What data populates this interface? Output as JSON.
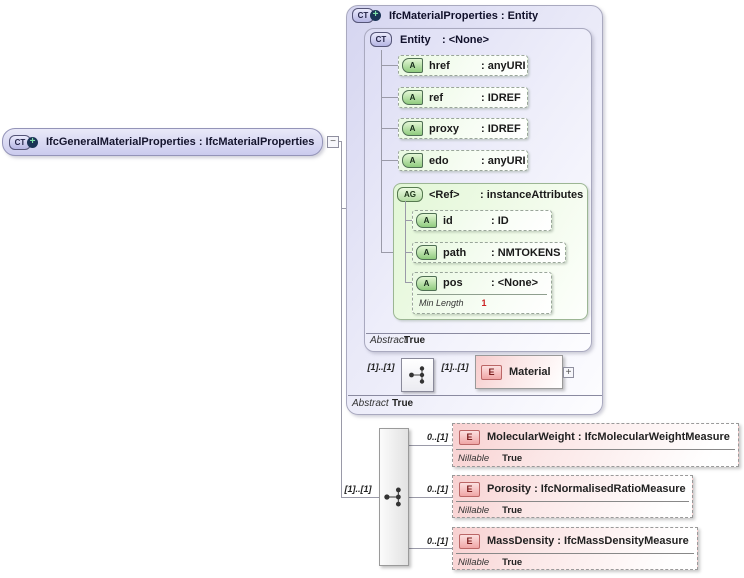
{
  "badges": {
    "ct": "CT",
    "ag": "AG",
    "a": "A",
    "e": "E",
    "plus": "+",
    "minus": "−",
    "expand": "+"
  },
  "colors": {
    "lavender": "#d5d5f0",
    "green": "#e9f9e1",
    "pink": "#f8d0d0",
    "connector": "#9a9aa8",
    "facet_red": "#cc2222"
  },
  "root": {
    "title": "IfcGeneralMaterialProperties : IfcMaterialProperties"
  },
  "type_box": {
    "title": "IfcMaterialProperties : Entity",
    "abstract": {
      "label": "Abstract",
      "value": "True"
    },
    "base": {
      "name": "Entity",
      "type": ": <None>",
      "attributes": [
        {
          "name": "href",
          "type": ": anyURI"
        },
        {
          "name": "ref",
          "type": ": IDREF"
        },
        {
          "name": "proxy",
          "type": ": IDREF"
        },
        {
          "name": "edo",
          "type": ": anyURI"
        }
      ],
      "attribute_group": {
        "name": "<Ref>",
        "type": ": instanceAttributes",
        "attributes": [
          {
            "name": "id",
            "type": ": ID"
          },
          {
            "name": "path",
            "type": ": NMTOKENS"
          },
          {
            "name": "pos",
            "type": ": <None>"
          }
        ],
        "facet": {
          "label": "Min Length",
          "value": "1"
        }
      },
      "abstract": {
        "label": "Abstract",
        "value": "True"
      }
    },
    "content": {
      "occurs_left": "[1]..[1]",
      "occurs_right": "[1]..[1]",
      "element": {
        "name": "Material"
      }
    }
  },
  "own_content": {
    "occurs": "[1]..[1]",
    "elements": [
      {
        "occurs": "0..[1]",
        "title": "MolecularWeight : IfcMolecularWeightMeasure",
        "nillable": {
          "label": "Nillable",
          "value": "True"
        }
      },
      {
        "occurs": "0..[1]",
        "title": "Porosity : IfcNormalisedRatioMeasure",
        "nillable": {
          "label": "Nillable",
          "value": "True"
        }
      },
      {
        "occurs": "0..[1]",
        "title": "MassDensity : IfcMassDensityMeasure",
        "nillable": {
          "label": "Nillable",
          "value": "True"
        }
      }
    ]
  }
}
